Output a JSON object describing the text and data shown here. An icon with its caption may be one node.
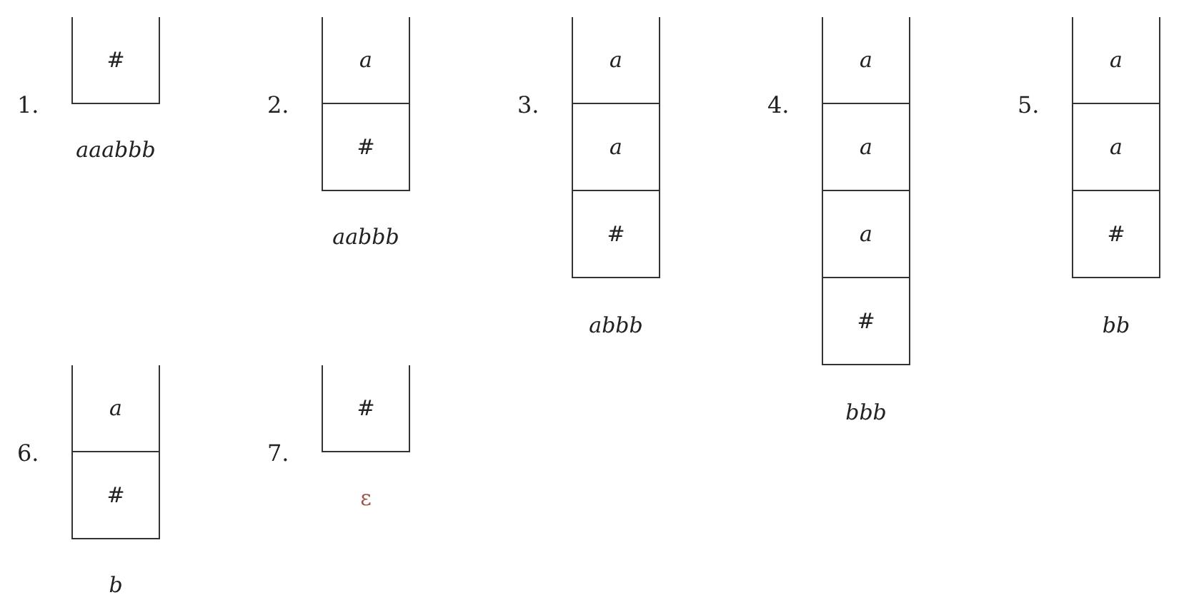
{
  "diagram": {
    "nodes": [
      {
        "text": [],
        "shape": "box",
        "beside": [
          "1.",
          "aaabbb"
        ]
      },
      {
        "text": [
          "#"
        ],
        "in": 0
      },
      {
        "text": [],
        "shape": "box",
        "beside": [
          "2.",
          "aabbb"
        ]
      },
      {
        "text": [
          "a"
        ],
        "in": 2
      },
      {
        "text": [
          "#"
        ],
        "in": 2
      },
      {
        "text": [],
        "shape": "box",
        "beside": [
          "3.",
          "abbb"
        ]
      },
      {
        "text": [
          "a"
        ],
        "in": 5
      },
      {
        "text": [
          "a"
        ],
        "in": 5
      },
      {
        "text": [
          "#"
        ],
        "in": 5
      },
      {
        "text": [],
        "shape": "box",
        "beside": [
          "4.",
          "bbb"
        ]
      },
      {
        "text": [
          "a"
        ],
        "in": 9
      },
      {
        "text": [
          "a"
        ],
        "in": 9
      },
      {
        "text": [
          "a"
        ],
        "in": 9
      },
      {
        "text": [
          "#"
        ],
        "in": 9
      },
      {
        "text": [],
        "shape": "box",
        "beside": [
          "5.",
          "bb"
        ]
      },
      {
        "text": [
          "a"
        ],
        "in": 14
      },
      {
        "text": [
          "a"
        ],
        "in": 14
      },
      {
        "text": [
          "#"
        ],
        "in": 14
      },
      {
        "text": [],
        "shape": "box",
        "beside": [
          "6.",
          "b"
        ]
      },
      {
        "text": [
          "a"
        ],
        "in": 18
      },
      {
        "text": [
          "#"
        ],
        "in": 18
      },
      {
        "text": [],
        "shape": "box",
        "beside": [
          "7.",
          "ε"
        ]
      },
      {
        "text": [
          "#"
        ],
        "in": 21
      }
    ]
  }
}
